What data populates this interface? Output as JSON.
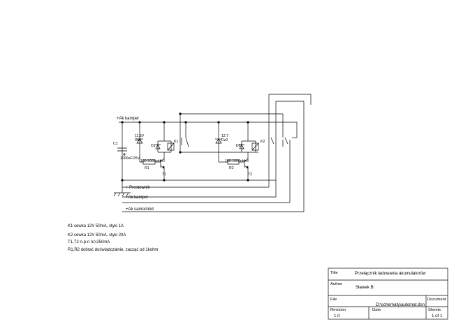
{
  "nets": {
    "ak_kamper_top": "+Ak kamper",
    "prostownik": "+ Prostownik",
    "ak_kamper": "+Ak kamper",
    "ak_samochod": "+Ak samochód"
  },
  "components": {
    "c1_ref": "C1",
    "c1_value": "1000uF/25V",
    "dz1_voltage": "11,5V",
    "dz1_ref": "Dz1",
    "dz2_voltage": "12,7",
    "dz2_ref": "Dz2",
    "d1_ref": "D1",
    "d2_ref": "D2",
    "k1_ref": "K1",
    "k2_ref": "K2",
    "r1_ref": "R1",
    "r1_value": "100-1000ohm",
    "r2_ref": "R2",
    "r2_value": "100-1000ohm",
    "t1_ref": "T1",
    "t2_ref": "T2"
  },
  "notes": [
    "K1 cewka 12V 50mA, styki 1A",
    "K2 cewka 12V 50mA, styki 20A",
    "T1,T2 n-p-n Ic>250mA",
    "R1,R2 dobrać doświadczalnie, zacząć od 1kohm"
  ],
  "title_block": {
    "title_label": "Title",
    "title_value": "Przełącznik ładowania akumulatorów",
    "author_label": "Author",
    "author_value": "Sławek B",
    "file_label": "File",
    "file_value": "D:\\schematy\\automat.dsn",
    "document_label": "Document",
    "revision_label": "Revision",
    "revision_value": "1.0",
    "date_label": "Date",
    "sheets_label": "Sheets",
    "sheets_value": "1 of 1"
  }
}
